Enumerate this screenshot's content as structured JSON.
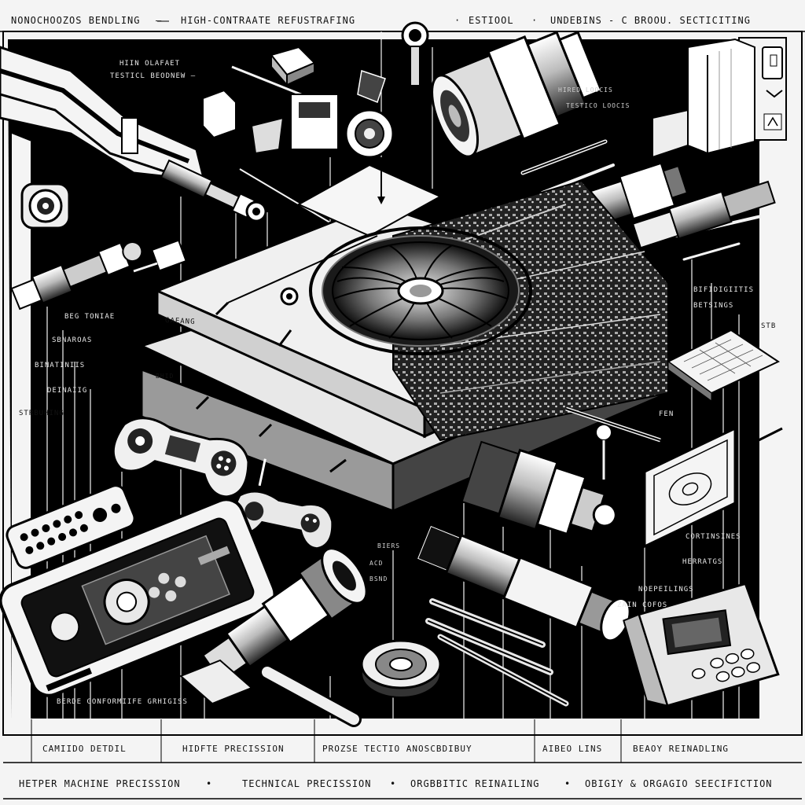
{
  "header": {
    "labels": [
      "NONOCHOOZOS BENDLING",
      "—",
      "HIGH-CONTRAATE REFUSTRAFING",
      "·",
      "ESTIOOL",
      "·",
      "UNDEBINS - C BROOU. SECTICITING"
    ]
  },
  "upper_callouts": {
    "left_title": "HIIN OLAFAET",
    "left_sub": "TESTICL BEODNEW —",
    "right_1": "HIRED LOOCIS",
    "right_2": "TESTICO LOOCIS"
  },
  "side_callouts": {
    "left": [
      "BEG TONIAE",
      "SBNAROAS",
      "BINATINIIS",
      "DEINAIIG",
      "STRBUHING"
    ],
    "right": [
      "BIFIDIGIITIS",
      "BETSINGS",
      "STB",
      "FEN"
    ],
    "lower_right": [
      "CORTINSINES",
      "HERRATGS",
      "NOEPEILINGS",
      "ZAIN COFOS"
    ]
  },
  "console": {
    "brand": "GAEANG",
    "port_label": "BHID"
  },
  "lower_notes": [
    "BIERS",
    "ACD",
    "BSND"
  ],
  "lower_caption": "BERDE GONFORMIIFE GRHIGISS",
  "bottom_band_1": [
    "CAMIIDO DETDIL",
    "HIDFTE PRECISSION",
    "PROZSE TECTIO ANOSCBDIBUY",
    "AIBEO LINS",
    "BEAOY REINADLING"
  ],
  "bottom_band_2": [
    "HETPER MACHINE PRECISSION",
    "•",
    "TECHNICAL PRECISSION",
    "•",
    "ORGBBITIC REINAILING",
    "•",
    "OBIGIY & ORGAGIO SEECIFICTION"
  ],
  "colors": {
    "paper": "#f4f4f4",
    "ink": "#000000",
    "metal_light": "#e8e8e8",
    "metal_mid": "#9a9a9a"
  },
  "icons": [
    "gear-icon",
    "lens-icon",
    "fan-icon",
    "controller-icon",
    "handheld-icon",
    "remote-icon"
  ]
}
